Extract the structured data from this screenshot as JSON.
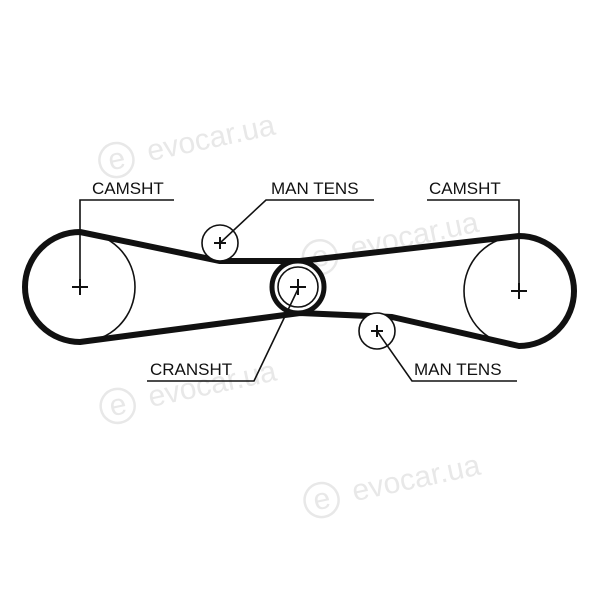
{
  "labels": {
    "camshaft_left": "CAMSHT",
    "man_tens_top": "MAN TENS",
    "camshaft_right": "CAMSHT",
    "crankshaft": "CRANSHT",
    "man_tens_bottom": "MAN TENS"
  },
  "watermark": {
    "text": "evocar.ua",
    "mark": "e"
  },
  "colors": {
    "line": "#111111",
    "watermark": "#e8e8e8",
    "background": "#ffffff"
  }
}
